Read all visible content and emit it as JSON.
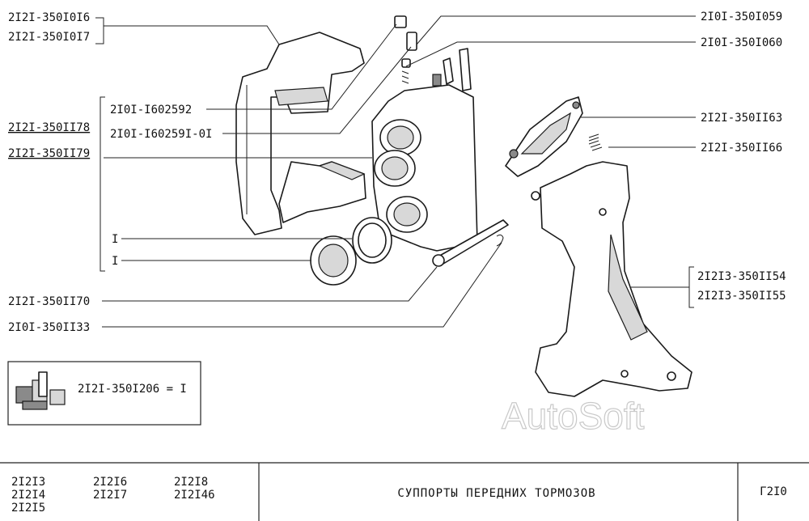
{
  "callouts": [
    {
      "id": "c1",
      "text": "2I2I-350I0I6"
    },
    {
      "id": "c2",
      "text": "2I2I-350I0I7"
    },
    {
      "id": "c3",
      "text": "2I0I-350I059"
    },
    {
      "id": "c4",
      "text": "2I0I-350I060"
    },
    {
      "id": "c5",
      "text": "2I0I-I602592"
    },
    {
      "id": "c6",
      "text": "2I2I-350II78"
    },
    {
      "id": "c7",
      "text": "2I0I-I60259I-0I"
    },
    {
      "id": "c8",
      "text": "2I2I-350II79"
    },
    {
      "id": "c9",
      "text": "2I2I-350II63"
    },
    {
      "id": "c10",
      "text": "2I2I-350II66"
    },
    {
      "id": "c11",
      "text": "I"
    },
    {
      "id": "c12",
      "text": "I"
    },
    {
      "id": "c13",
      "text": "2I2I3-350II54"
    },
    {
      "id": "c14",
      "text": "2I2I3-350II55"
    },
    {
      "id": "c15",
      "text": "2I2I-350II70"
    },
    {
      "id": "c16",
      "text": "2I0I-350II33"
    }
  ],
  "kit": {
    "label": "2I2I-350I206 = I",
    "icon": "repair-kit-icon"
  },
  "watermark": "AutoSoft",
  "title_block": {
    "models_col1": [
      "2I2I3",
      "2I2I4",
      "2I2I5"
    ],
    "models_col2": [
      "2I2I6",
      "2I2I7"
    ],
    "models_col3": [
      "2I2I8",
      "2I2I46"
    ],
    "title": "СУППОРТЫ ПЕРЕДНИХ ТОРМОЗОВ",
    "sheet": "Г2I0"
  }
}
